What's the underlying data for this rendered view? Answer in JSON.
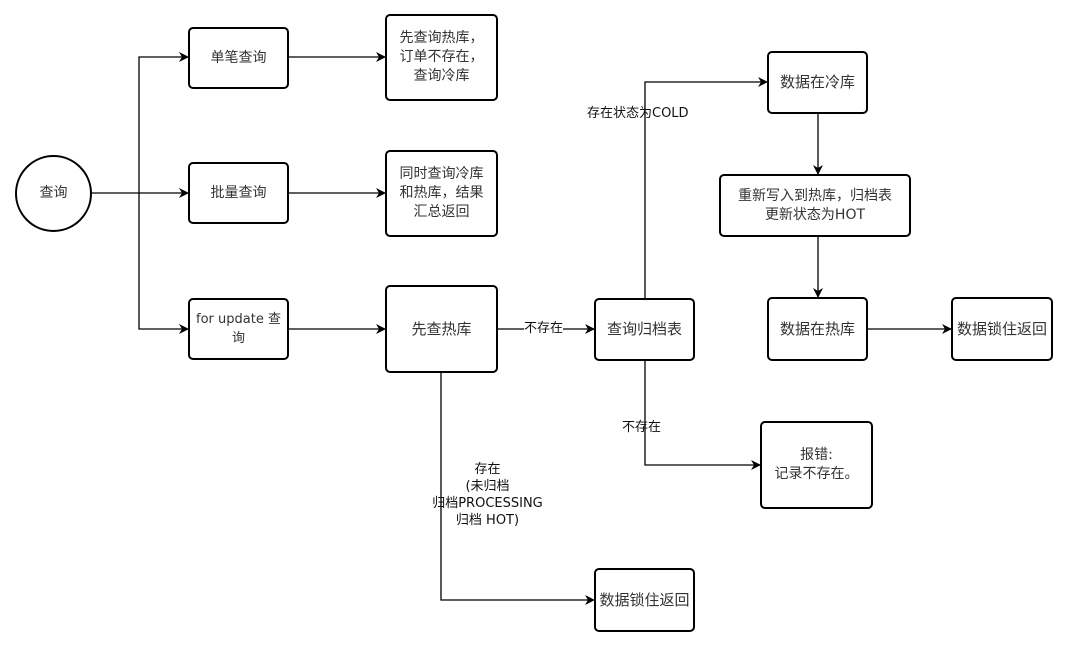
{
  "diagram": {
    "nodes": {
      "query": "查询",
      "single_query": "单笔查询",
      "batch_query": "批量查询",
      "for_update_query": "for update 查\n询",
      "single_result": "先查询热库，\n订单不存在，\n 查询冷库",
      "batch_result": "同时查询冷库\n和热库，结果\n汇总返回",
      "check_hot": "先查热库",
      "query_archive": "查询归档表",
      "data_in_cold": "数据在冷库",
      "rewrite_hot": "重新写入到热库，归档表\n更新状态为HOT",
      "data_in_hot": "数据在热库",
      "lock_return_right": "数据锁住返回",
      "error_not_exist": "报错:\n记录不存在。",
      "lock_return_bottom": "数据锁住返回"
    },
    "edge_labels": {
      "not_exist_1": "不存在",
      "status_cold": "存在状态为COLD",
      "not_exist_2": "不存在",
      "exists_hot": "存在\n  (未归档\n归档PROCESSING\n 归档 HOT)"
    }
  }
}
